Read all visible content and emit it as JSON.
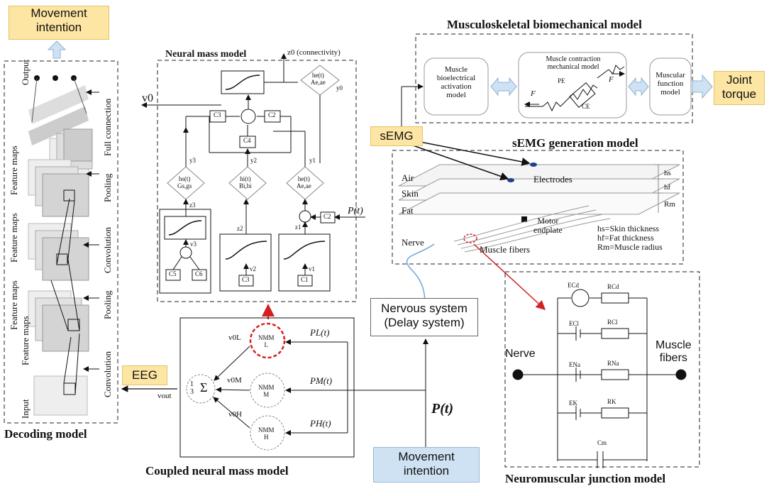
{
  "decoding": {
    "movement_intention": [
      "Movement",
      "intention"
    ],
    "layers": {
      "output": "Output",
      "full": "Full connection",
      "pool1": "Pooling",
      "conv1": "Convolution",
      "pool2": "Pooling",
      "conv2": "Convolution",
      "input": "Input"
    },
    "feature_maps": [
      "Feature maps",
      "Feature maps",
      "Feature maps",
      "Feature maps"
    ],
    "title": "Decoding model"
  },
  "eeg": "EEG",
  "nmm": {
    "title": "Neural mass model",
    "z0": "z0 (connectivity)",
    "v0": "v0",
    "y0": "y0",
    "he": [
      "he(t)",
      "Ae,ae"
    ],
    "hs": [
      "hs(t)",
      "Gs,gs"
    ],
    "hi": [
      "hi(t)",
      "Bi,bi"
    ],
    "hex": [
      "he(t)",
      "Ae,ae"
    ],
    "y_labels": [
      "y3",
      "y2",
      "y1"
    ],
    "z_labels": [
      "z3",
      "z2",
      "z1"
    ],
    "v_labels": [
      "v3",
      "v2",
      "v1"
    ],
    "c": [
      "C3",
      "C2",
      "C4",
      "C2",
      "C5",
      "C6",
      "C3",
      "C1"
    ],
    "pt": "P(t)"
  },
  "coupled": {
    "title": "Coupled neural mass model",
    "sum": [
      "1",
      "3",
      "Σ"
    ],
    "vout": "vout",
    "v0L": "v0L",
    "v0M": "v0M",
    "v0H": "v0H",
    "nmm": [
      [
        "NMM",
        "L"
      ],
      [
        "NMM",
        "M"
      ],
      [
        "NMM",
        "H"
      ]
    ],
    "inputs": [
      "PL(t)",
      "PM(t)",
      "PH(t)"
    ],
    "pt": "P(t)"
  },
  "nervous": [
    "Nervous system",
    "(Delay system)"
  ],
  "movement_bottom": [
    "Movement",
    "intention"
  ],
  "musculo": {
    "title": "Musculoskeletal biomechanical model",
    "activation": [
      "Muscle",
      "bioelectrical",
      "activation",
      "model"
    ],
    "contraction": [
      "Muscle contraction",
      "mechanical model"
    ],
    "pe": "PE",
    "ce": "CE",
    "f": "F",
    "function": [
      "Muscular",
      "function",
      "model"
    ],
    "joint": [
      "Joint",
      "torque"
    ]
  },
  "semg_label": "sEMG",
  "semg": {
    "title": "sEMG generation model",
    "air": "Air",
    "skin": "Skin",
    "fat": "Fat",
    "electrodes": "Electrodes",
    "motor": [
      "Motor",
      "endplate"
    ],
    "nerve": "Nerve",
    "fibers": "Muscle fibers",
    "hs": "hs",
    "hf": "hf",
    "rm": "Rm",
    "legend": [
      "hs=Skin thickness",
      "hf=Fat thickness",
      "Rm=Muscle radius"
    ]
  },
  "nmj": {
    "title": "Neuromuscular junction model",
    "nerve": "Nerve",
    "fibers": [
      "Muscle",
      "fibers"
    ],
    "e": [
      "ECd",
      "ECl",
      "ENa",
      "EK"
    ],
    "r": [
      "RCd",
      "RCl",
      "RNa",
      "RK"
    ],
    "cm": "Cm"
  },
  "colors": {
    "yellow": "#fde5a3",
    "blue": "#cfe2f3",
    "red": "#d42020"
  }
}
